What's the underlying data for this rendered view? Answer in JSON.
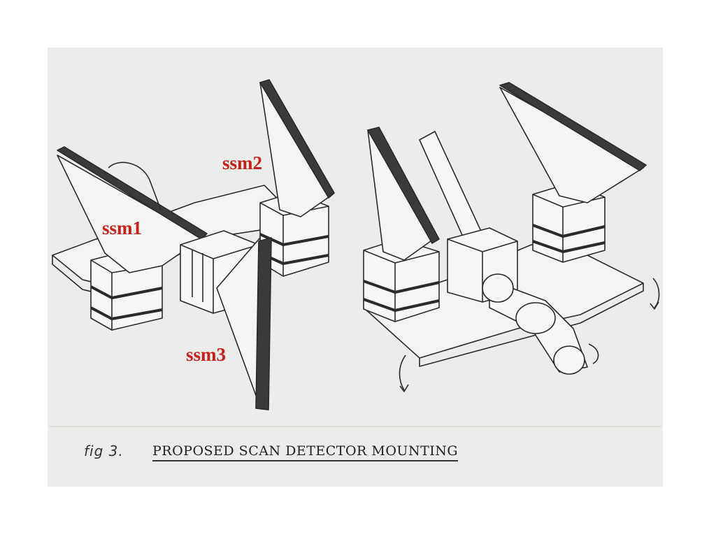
{
  "labels": {
    "ssm1": "ssm1",
    "ssm2": "ssm2",
    "ssm3": "ssm3"
  },
  "caption": {
    "figure_number": "fig 3.",
    "title": "PROPOSED SCAN DETECTOR MOUNTING"
  },
  "colors": {
    "paper": "#ececea",
    "ink": "#2a2a2a",
    "label": "#c8201a"
  }
}
